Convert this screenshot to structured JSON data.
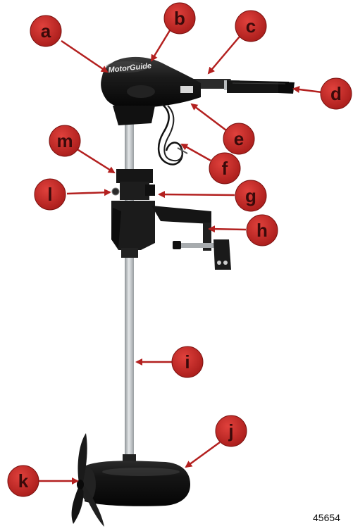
{
  "figure": {
    "number": "45654",
    "brand_logo": "MotorGuide"
  },
  "colors": {
    "callout_fill": "#b3201f",
    "callout_text": "#3a0a0a",
    "motor_body": "#141414",
    "shaft": "#bfc3c6"
  },
  "callouts": [
    {
      "letter": "a"
    },
    {
      "letter": "b"
    },
    {
      "letter": "c"
    },
    {
      "letter": "d"
    },
    {
      "letter": "e"
    },
    {
      "letter": "f"
    },
    {
      "letter": "m"
    },
    {
      "letter": "l"
    },
    {
      "letter": "g"
    },
    {
      "letter": "h"
    },
    {
      "letter": "i"
    },
    {
      "letter": "j"
    },
    {
      "letter": "k"
    }
  ]
}
